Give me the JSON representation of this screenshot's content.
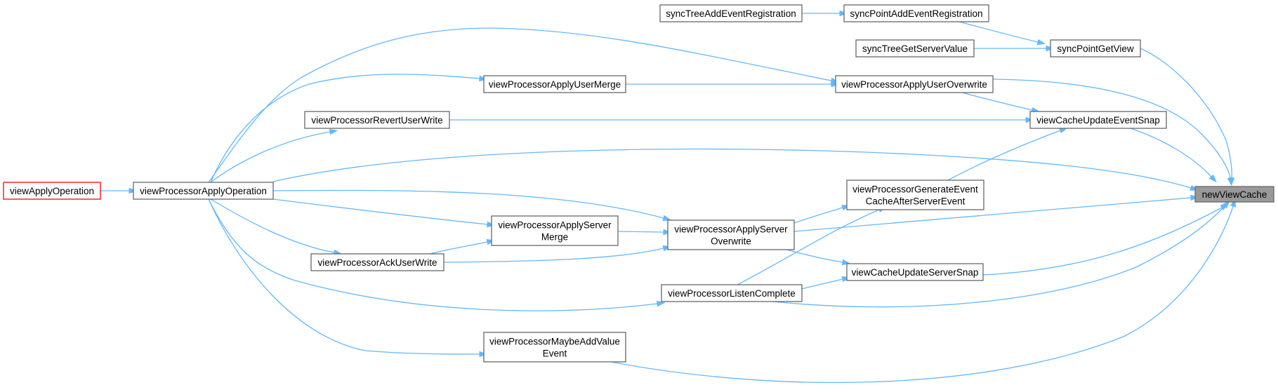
{
  "diagram": {
    "colors": {
      "edge": "#63b8ff",
      "node_border": "#666666",
      "node_fill": "#ffffff",
      "root_fill": "#999999",
      "root_border": "#666666",
      "entry_border": "#ff0000"
    },
    "nodes": [
      {
        "id": "newViewCache",
        "lines": [
          "newViewCache"
        ],
        "style": "root"
      },
      {
        "id": "syncTreeAddEventRegistration",
        "lines": [
          "syncTreeAddEventRegistration"
        ]
      },
      {
        "id": "syncPointAddEventRegistration",
        "lines": [
          "syncPointAddEventRegistration"
        ]
      },
      {
        "id": "syncTreeGetServerValue",
        "lines": [
          "syncTreeGetServerValue"
        ]
      },
      {
        "id": "syncPointGetView",
        "lines": [
          "syncPointGetView"
        ]
      },
      {
        "id": "viewProcessorApplyUserMerge",
        "lines": [
          "viewProcessorApplyUserMerge"
        ]
      },
      {
        "id": "viewProcessorApplyUserOverwrite",
        "lines": [
          "viewProcessorApplyUserOverwrite"
        ]
      },
      {
        "id": "viewProcessorRevertUserWrite",
        "lines": [
          "viewProcessorRevertUserWrite"
        ]
      },
      {
        "id": "viewCacheUpdateEventSnap",
        "lines": [
          "viewCacheUpdateEventSnap"
        ]
      },
      {
        "id": "viewApplyOperation",
        "lines": [
          "viewApplyOperation"
        ],
        "style": "entry"
      },
      {
        "id": "viewProcessorApplyOperation",
        "lines": [
          "viewProcessorApplyOperation"
        ]
      },
      {
        "id": "viewProcessorGenerateEventCacheAfterServerEvent",
        "lines": [
          "viewProcessorGenerateEvent",
          "CacheAfterServerEvent"
        ]
      },
      {
        "id": "viewProcessorApplyServerMerge",
        "lines": [
          "viewProcessorApplyServer",
          "Merge"
        ]
      },
      {
        "id": "viewProcessorApplyServerOverwrite",
        "lines": [
          "viewProcessorApplyServer",
          "Overwrite"
        ]
      },
      {
        "id": "viewProcessorAckUserWrite",
        "lines": [
          "viewProcessorAckUserWrite"
        ]
      },
      {
        "id": "viewCacheUpdateServerSnap",
        "lines": [
          "viewCacheUpdateServerSnap"
        ]
      },
      {
        "id": "viewProcessorListenComplete",
        "lines": [
          "viewProcessorListenComplete"
        ]
      },
      {
        "id": "viewProcessorMaybeAddValueEvent",
        "lines": [
          "viewProcessorMaybeAddValue",
          "Event"
        ]
      }
    ],
    "edges": [
      {
        "from": "syncTreeAddEventRegistration",
        "to": "syncPointAddEventRegistration"
      },
      {
        "from": "syncPointAddEventRegistration",
        "to": "syncPointGetView"
      },
      {
        "from": "syncTreeGetServerValue",
        "to": "syncPointGetView"
      },
      {
        "from": "syncPointGetView",
        "to": "newViewCache"
      },
      {
        "from": "viewProcessorApplyOperation",
        "to": "viewProcessorApplyUserOverwrite"
      },
      {
        "from": "viewProcessorApplyOperation",
        "to": "viewProcessorApplyUserMerge"
      },
      {
        "from": "viewProcessorApplyUserMerge",
        "to": "viewProcessorApplyUserOverwrite"
      },
      {
        "from": "viewProcessorApplyUserOverwrite",
        "to": "newViewCache"
      },
      {
        "from": "viewProcessorApplyUserOverwrite",
        "to": "viewCacheUpdateEventSnap"
      },
      {
        "from": "viewProcessorApplyOperation",
        "to": "viewProcessorRevertUserWrite"
      },
      {
        "from": "viewProcessorRevertUserWrite",
        "to": "viewCacheUpdateEventSnap"
      },
      {
        "from": "viewCacheUpdateEventSnap",
        "to": "newViewCache"
      },
      {
        "from": "viewProcessorApplyOperation",
        "to": "newViewCache"
      },
      {
        "from": "viewApplyOperation",
        "to": "viewProcessorApplyOperation"
      },
      {
        "from": "viewProcessorGenerateEventCacheAfterServerEvent",
        "to": "viewCacheUpdateEventSnap"
      },
      {
        "from": "viewProcessorApplyServerOverwrite",
        "to": "viewProcessorGenerateEventCacheAfterServerEvent"
      },
      {
        "from": "viewProcessorApplyOperation",
        "to": "viewProcessorApplyServerOverwrite"
      },
      {
        "from": "viewProcessorApplyOperation",
        "to": "viewProcessorApplyServerMerge"
      },
      {
        "from": "viewProcessorApplyServerMerge",
        "to": "viewProcessorApplyServerOverwrite"
      },
      {
        "from": "viewProcessorApplyServerOverwrite",
        "to": "newViewCache"
      },
      {
        "from": "viewProcessorApplyOperation",
        "to": "viewProcessorAckUserWrite"
      },
      {
        "from": "viewProcessorAckUserWrite",
        "to": "viewProcessorApplyServerMerge"
      },
      {
        "from": "viewProcessorAckUserWrite",
        "to": "viewProcessorApplyServerOverwrite"
      },
      {
        "from": "viewProcessorApplyServerOverwrite",
        "to": "viewCacheUpdateServerSnap"
      },
      {
        "from": "viewCacheUpdateServerSnap",
        "to": "newViewCache"
      },
      {
        "from": "viewProcessorListenComplete",
        "to": "viewCacheUpdateServerSnap"
      },
      {
        "from": "viewProcessorListenComplete",
        "to": "viewProcessorGenerateEventCacheAfterServerEvent"
      },
      {
        "from": "viewProcessorApplyOperation",
        "to": "viewProcessorListenComplete"
      },
      {
        "from": "viewProcessorListenComplete",
        "to": "newViewCache"
      },
      {
        "from": "viewProcessorApplyOperation",
        "to": "viewProcessorMaybeAddValueEvent"
      },
      {
        "from": "viewProcessorMaybeAddValueEvent",
        "to": "newViewCache"
      }
    ]
  }
}
